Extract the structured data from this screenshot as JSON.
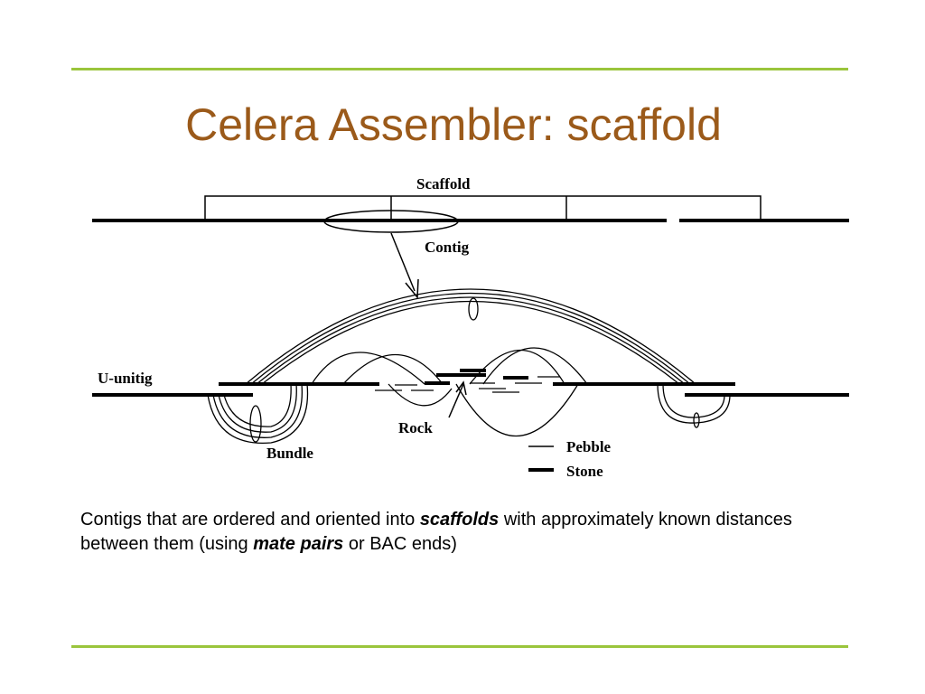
{
  "slide": {
    "title": "Celera Assembler: scaffold",
    "title_color": "#9b5a1a",
    "rule_color": "#9ac53c"
  },
  "diagram": {
    "labels": {
      "scaffold": "Scaffold",
      "contig": "Contig",
      "unitig": "U-unitig",
      "rock": "Rock",
      "bundle": "Bundle",
      "pebble": "Pebble",
      "stone": "Stone"
    }
  },
  "caption": {
    "part1": "Contigs that are ordered and oriented into ",
    "em1": "scaffolds",
    "part2": " with approximately known distances between them (using ",
    "em2": "mate pairs",
    "part3": " or BAC ends)"
  }
}
